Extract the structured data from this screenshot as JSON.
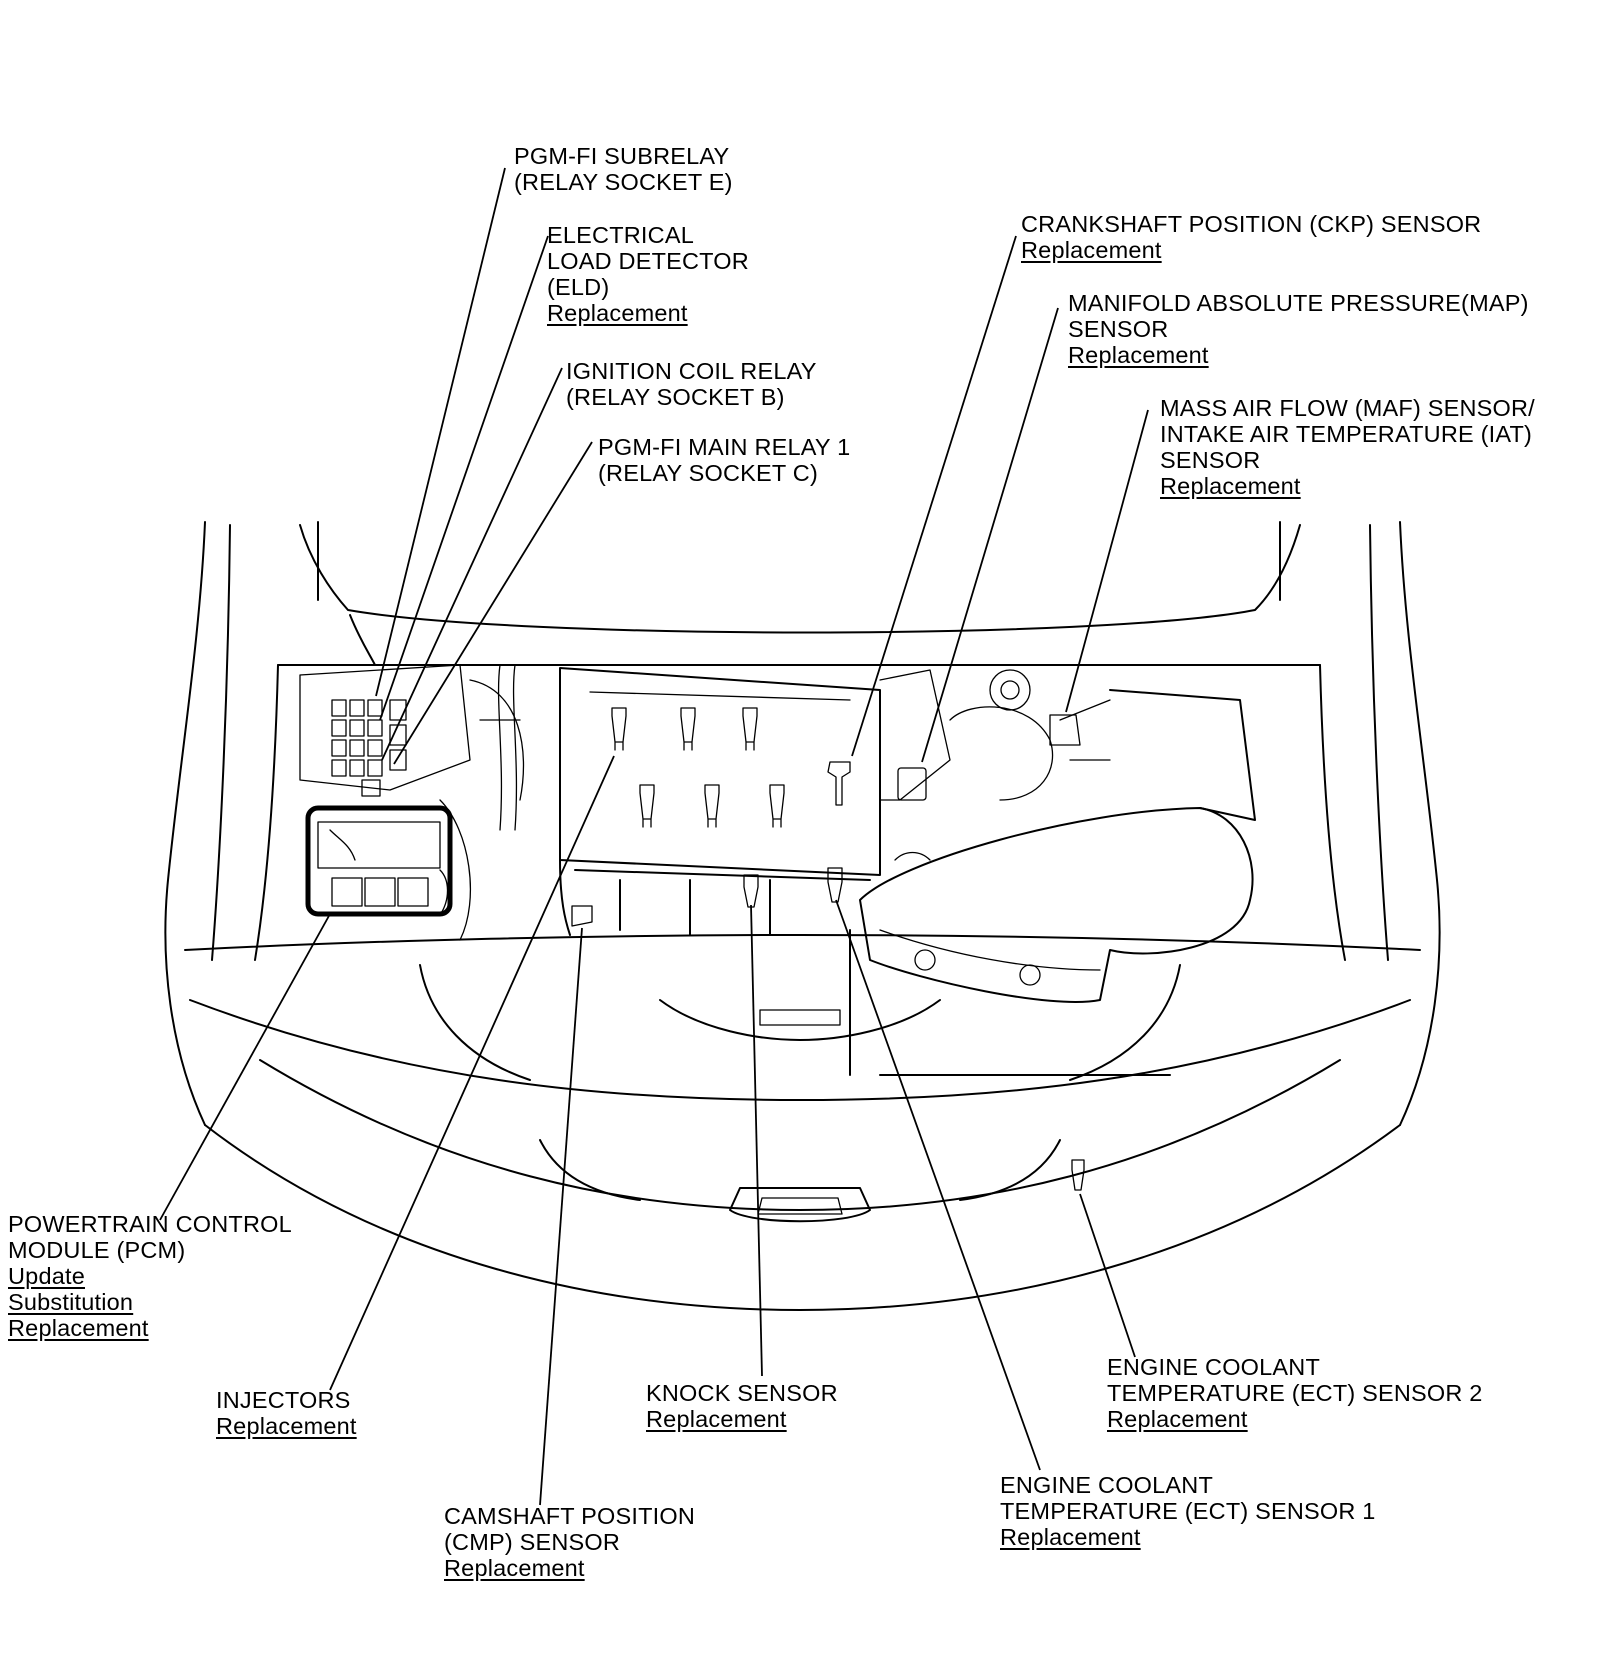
{
  "labels": {
    "pgmfi_subrelay": {
      "line1": "PGM-FI SUBRELAY",
      "line2": "(RELAY SOCKET E)"
    },
    "eld": {
      "line1": "ELECTRICAL",
      "line2": "LOAD DETECTOR",
      "line3": "(ELD)",
      "link1": "Replacement"
    },
    "ignition_coil_relay": {
      "line1": "IGNITION COIL RELAY",
      "line2": "(RELAY SOCKET B)"
    },
    "pgmfi_main_relay": {
      "line1": "PGM-FI MAIN RELAY 1",
      "line2": "(RELAY SOCKET C)"
    },
    "ckp": {
      "line1": "CRANKSHAFT POSITION (CKP) SENSOR",
      "link1": "Replacement"
    },
    "map": {
      "line1": "MANIFOLD ABSOLUTE PRESSURE(MAP)",
      "line2": "SENSOR",
      "link1": "Replacement"
    },
    "maf": {
      "line1": "MASS AIR FLOW (MAF) SENSOR/",
      "line2": "INTAKE AIR TEMPERATURE (IAT)",
      "line3": "SENSOR",
      "link1": "Replacement"
    },
    "pcm": {
      "line1": "POWERTRAIN CONTROL",
      "line2": "MODULE (PCM)",
      "link1": "Update",
      "link2": "Substitution",
      "link3": "Replacement"
    },
    "injectors": {
      "line1": "INJECTORS",
      "link1": "Replacement"
    },
    "knock": {
      "line1": "KNOCK SENSOR",
      "link1": "Replacement"
    },
    "ect2": {
      "line1": "ENGINE COOLANT",
      "line2": "TEMPERATURE (ECT) SENSOR 2",
      "link1": "Replacement"
    },
    "cmp": {
      "line1": "CAMSHAFT POSITION",
      "line2": "(CMP) SENSOR",
      "link1": "Replacement"
    },
    "ect1": {
      "line1": "ENGINE COOLANT",
      "line2": "TEMPERATURE (ECT) SENSOR 1",
      "link1": "Replacement"
    }
  },
  "colors": {
    "ink": "#000000",
    "background": "#ffffff"
  }
}
